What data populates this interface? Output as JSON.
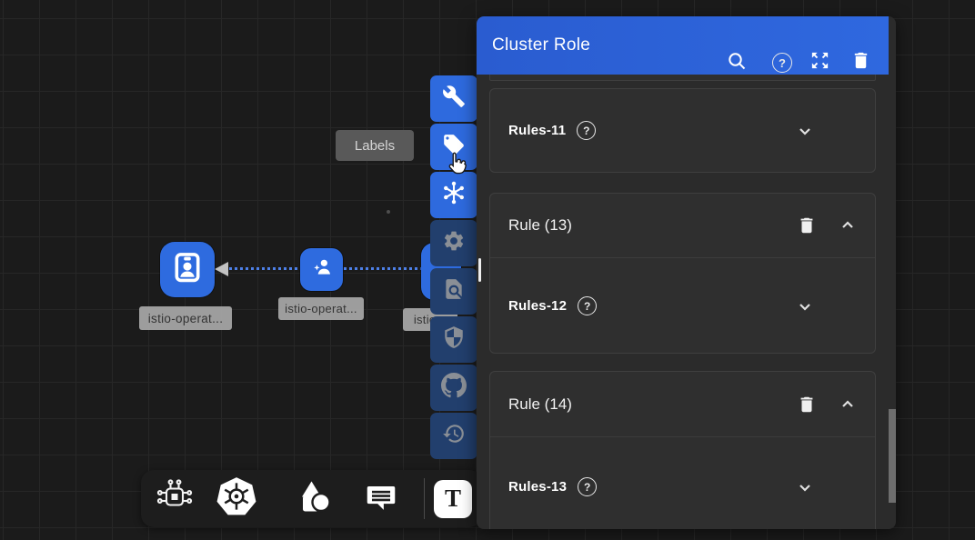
{
  "canvas": {
    "tooltip": "Labels",
    "nodes": [
      {
        "icon": "id-badge-icon",
        "label": "istio-operat..."
      },
      {
        "icon": "person-add-icon",
        "label": "istio-operat..."
      },
      {
        "icon": "hidden",
        "label": "istio..."
      }
    ]
  },
  "side_toolbar": {
    "items": [
      {
        "id": "tools",
        "icon": "wrench-icon",
        "active": true
      },
      {
        "id": "labels",
        "icon": "tag-icon",
        "active": true
      },
      {
        "id": "mesh-hub",
        "icon": "hub-icon",
        "active": true
      },
      {
        "id": "settings",
        "icon": "gear-icon",
        "active": false
      },
      {
        "id": "doc-search",
        "icon": "find-in-page-icon",
        "active": false
      },
      {
        "id": "security",
        "icon": "shield-icon",
        "active": false
      },
      {
        "id": "github",
        "icon": "github-icon",
        "active": false
      },
      {
        "id": "history",
        "icon": "history-icon",
        "active": false
      }
    ]
  },
  "bottom_toolbar": {
    "items": [
      "circuit-icon",
      "kubernetes-icon",
      "shapes-icon",
      "comment-icon",
      "text-tool"
    ],
    "text_tool_label": "T"
  },
  "panel": {
    "title": "Cluster Role",
    "help_glyph": "?",
    "header_icons": [
      "search-icon",
      "help-icon",
      "expand-icon",
      "delete-icon"
    ],
    "cards": [
      {
        "field_label": "Rules-11"
      },
      {
        "rule_label": "Rule (13)",
        "field_label": "Rules-12"
      },
      {
        "rule_label": "Rule (14)",
        "field_label": "Rules-13"
      }
    ]
  },
  "colors": {
    "header_blue": "#2c63da",
    "toolbar_active_blue": "#2e6ade",
    "toolbar_inactive_navy": "#223f6d",
    "node_blue": "#2e6bdf",
    "panel_bg": "#2b2b2b",
    "canvas_bg": "#1b1b1b",
    "edge_blue": "#4d80e8"
  }
}
